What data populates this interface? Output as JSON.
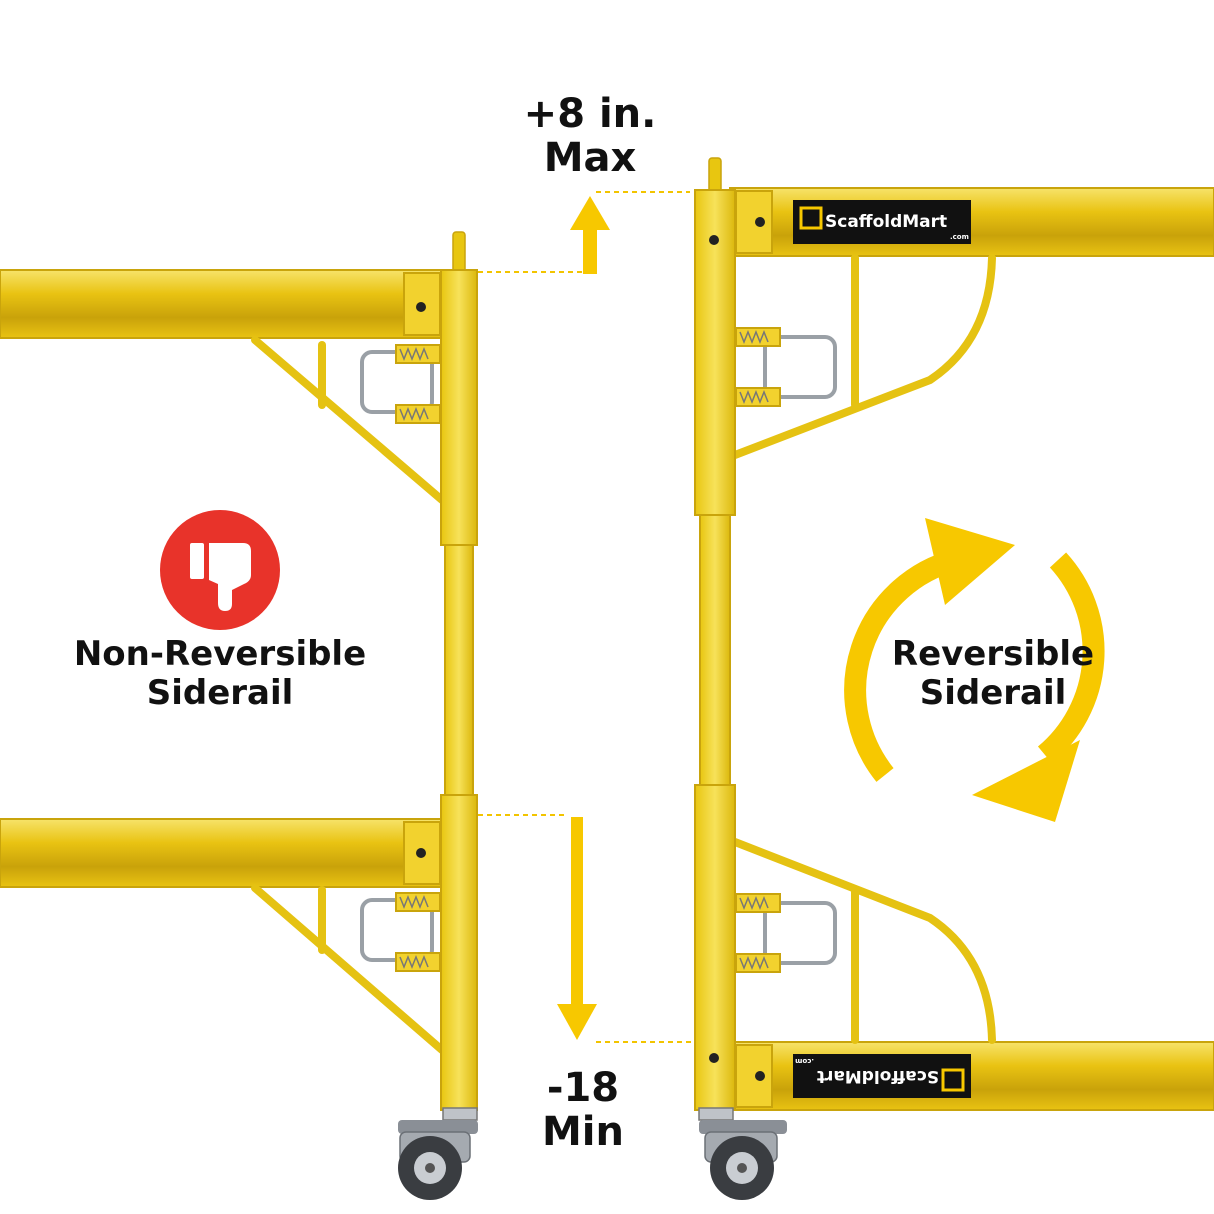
{
  "colors": {
    "frame_yellow": "#f2d22e",
    "frame_shadow": "#c9a40c",
    "frame_light": "#f7e36a",
    "arrow_yellow": "#f7c800",
    "dash_yellow": "#f2c400",
    "thumbs_down_red": "#e8332a",
    "text": "#111111",
    "caster_grey": "#8a8f96"
  },
  "labels": {
    "up_value": "+8 in.",
    "up_caption": "Max",
    "down_value": "-18",
    "down_caption": "Min",
    "left_line1": "Non-Reversible",
    "left_line2": "Siderail",
    "right_line1": "Reversible",
    "right_line2": "Siderail",
    "brand_top": "ScaffoldMart",
    "brand_top_sub": ".com",
    "brand_bottom": "ScaffoldMart",
    "brand_bottom_sub": ".com"
  },
  "icons": {
    "thumbs_down": "thumbs-down-icon",
    "rotate": "rotate-arrows-icon",
    "arrow_up": "arrow-up-icon",
    "arrow_down": "arrow-down-icon"
  }
}
